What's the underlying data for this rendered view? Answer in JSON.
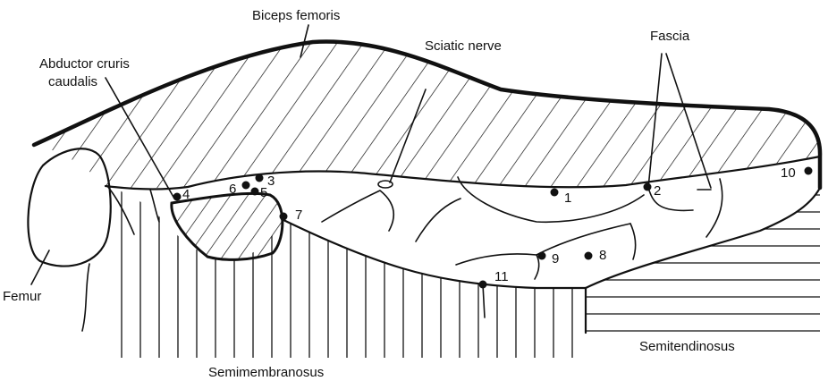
{
  "labels": {
    "biceps_femoris": "Biceps femoris",
    "sciatic_nerve": "Sciatic nerve",
    "fascia": "Fascia",
    "abductor_line1": "Abductor cruris",
    "abductor_line2": "caudalis",
    "femur": "Femur",
    "semimembranosus": "Semimembranosus",
    "semitendinosus": "Semitendinosus"
  },
  "points": {
    "p1": "1",
    "p2": "2",
    "p3": "3",
    "p4": "4",
    "p5": "5",
    "p6": "6",
    "p7": "7",
    "p8": "8",
    "p9": "9",
    "p10": "10",
    "p11": "11"
  }
}
